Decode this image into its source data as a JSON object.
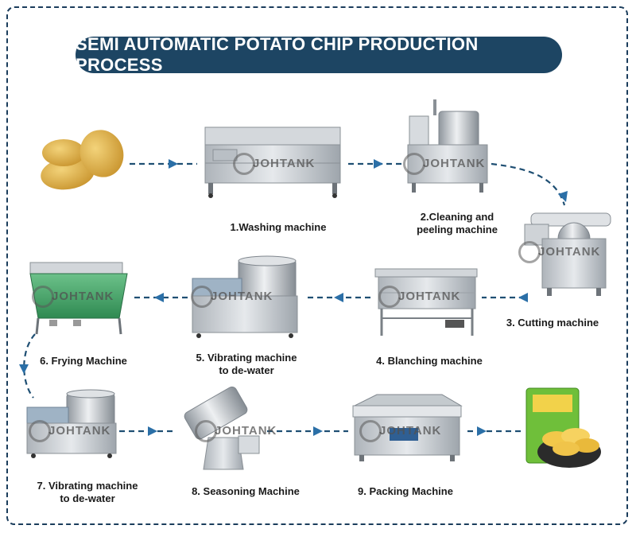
{
  "title": "SEMI AUTOMATIC POTATO CHIP PRODUCTION PROCESS",
  "brand": "JOHTANK",
  "colors": {
    "navy": "#1d4563",
    "arrow": "#1f4f73",
    "steel": "#c9cdd1",
    "fryer": "#3f9e63"
  },
  "steps": [
    {
      "id": "washing",
      "label": "1.Washing machine"
    },
    {
      "id": "peeling",
      "label": "2.Cleaning and\npeeling machine"
    },
    {
      "id": "cutting",
      "label": "3. Cutting machine"
    },
    {
      "id": "blanching",
      "label": "4.  Blanching machine"
    },
    {
      "id": "dewater1",
      "label": "5. Vibrating machine\nto de-water"
    },
    {
      "id": "frying",
      "label": "6. Frying Machine"
    },
    {
      "id": "dewater2",
      "label": "7. Vibrating machine\nto de-water"
    },
    {
      "id": "seasoning",
      "label": "8. Seasoning Machine"
    },
    {
      "id": "packing",
      "label": "9. Packing Machine"
    }
  ]
}
